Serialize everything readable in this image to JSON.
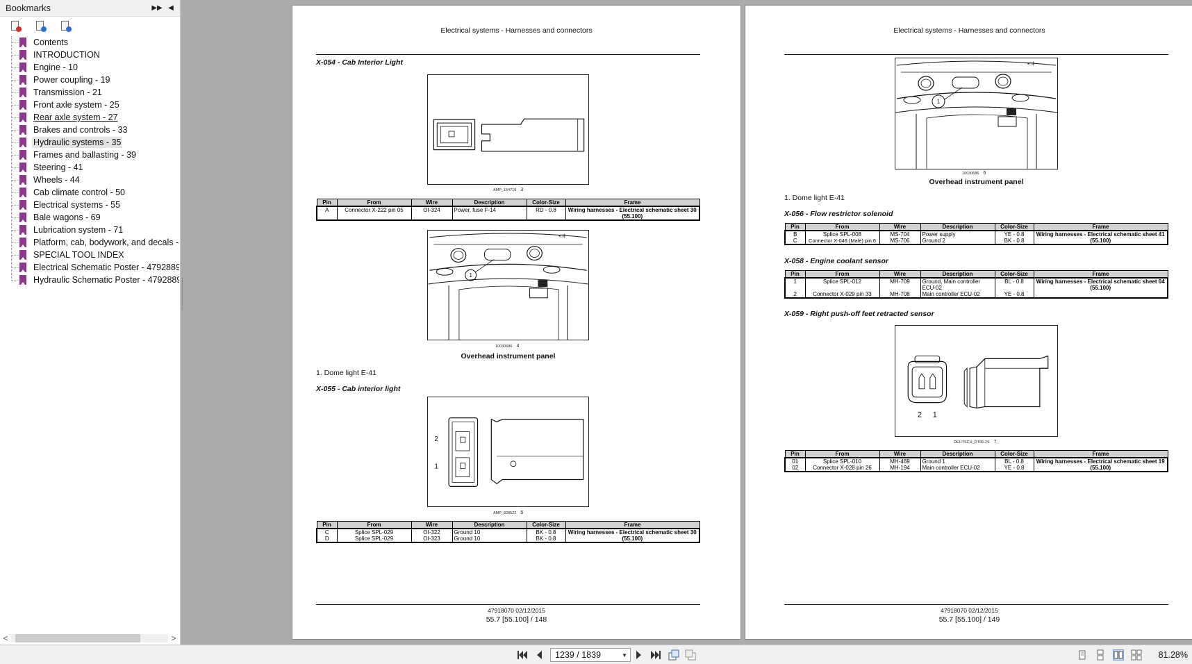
{
  "sidebar": {
    "title": "Bookmarks",
    "bookmarks": [
      {
        "label": "Contents"
      },
      {
        "label": "INTRODUCTION"
      },
      {
        "label": "Engine - 10"
      },
      {
        "label": "Power coupling - 19"
      },
      {
        "label": "Transmission - 21"
      },
      {
        "label": "Front axle system - 25"
      },
      {
        "label": "Rear axle system - 27"
      },
      {
        "label": "Brakes and controls - 33"
      },
      {
        "label": "Hydraulic systems - 35"
      },
      {
        "label": "Frames and ballasting - 39"
      },
      {
        "label": "Steering - 41"
      },
      {
        "label": "Wheels - 44"
      },
      {
        "label": "Cab climate control - 50"
      },
      {
        "label": "Electrical systems - 55"
      },
      {
        "label": "Bale wagons - 69"
      },
      {
        "label": "Lubrication system - 71"
      },
      {
        "label": "Platform, cab, bodywork, and decals -"
      },
      {
        "label": "SPECIAL TOOL INDEX"
      },
      {
        "label": "Electrical Schematic Poster - 4792889"
      },
      {
        "label": "Hydraulic Schematic Poster - 4792889"
      }
    ],
    "selected": "Hydraulic systems - 35",
    "underlined": "Rear axle system - 27",
    "tool_icons": [
      "bookmark-red-icon",
      "bookmark-blue-icon",
      "bookmark-find-icon"
    ]
  },
  "table_headers": {
    "pin": "Pin",
    "from": "From",
    "wire": "Wire",
    "desc": "Description",
    "color": "Color-Size",
    "frame": "Frame"
  },
  "page148": {
    "header": "Electrical systems - Harnesses and connectors",
    "sec_x054": "X-054 - Cab Interior Light",
    "fig3_id": "AMP_154719",
    "fig3_num": "3",
    "table_x054": {
      "rows": [
        [
          "A",
          "Connector X-222 pin 05",
          "OI-324",
          "Power, fuse F-14",
          "RD - 0.8",
          "Wiring harnesses - Electrical schematic sheet 30 (55.100)"
        ]
      ]
    },
    "fig4_id": "10030686",
    "fig4_num": "4",
    "fig4_callout": "1",
    "fig4_caption": "Overhead instrument panel",
    "legend_1": "1.  Dome light E-41",
    "sec_x055": "X-055 - Cab interior light",
    "fig5_id": "AMP_928522",
    "fig5_num": "5",
    "fig5_pin2": "2",
    "fig5_pin1": "1",
    "table_x055": {
      "rows": [
        [
          "C",
          "Splice SPL-029",
          "OI-322",
          "Ground 10",
          "BK - 0.8",
          "Wiring harnesses - Electrical schematic sheet 30 (55.100)"
        ],
        [
          "D",
          "Splice SPL-029",
          "OI-323",
          "Ground 10",
          "BK - 0.8",
          ""
        ]
      ]
    },
    "footer_doc": "47918070 02/12/2015",
    "footer_page": "55.7 [55.100] / 148"
  },
  "page149": {
    "header": "Electrical systems - Harnesses and connectors",
    "fig6_id": "10030686",
    "fig6_num": "6",
    "fig6_callout": "1",
    "fig6_caption": "Overhead instrument panel",
    "legend_1": "1.  Dome light E-41",
    "sec_x056": "X-056 - Flow restrictor solenoid",
    "table_x056": {
      "rows": [
        [
          "B",
          "Splice SPL-008",
          "MS-704",
          "Power supply",
          "YE - 0.8",
          "Wiring harnesses - Electrical schematic sheet 41 (55.100)"
        ],
        [
          "C",
          "Connector X-046 (Male) pin 6",
          "MS-706",
          "Ground 2",
          "BK - 0.8",
          ""
        ]
      ]
    },
    "sec_x058": "X-058 - Engine coolant sensor",
    "table_x058": {
      "rows": [
        [
          "1",
          "Splice SPL-012",
          "MH-709",
          "Ground, Main controller ECU-02",
          "BL - 0.8",
          "Wiring harnesses - Electrical schematic sheet 04 (55.100)"
        ],
        [
          "2",
          "Connector X-029 pin 33",
          "MH-708",
          "Main controller ECU-02",
          "YE - 0.8",
          ""
        ]
      ]
    },
    "sec_x059": "X-059 - Right push-off feet retracted sensor",
    "fig7_id": "DEUTSCH_DT06-2S",
    "fig7_num": "7",
    "fig7_pin2": "2",
    "fig7_pin1": "1",
    "table_x059": {
      "rows": [
        [
          "01",
          "Splice SPL-010",
          "MH-469",
          "Ground 1",
          "BL - 0.8",
          "Wiring harnesses - Electrical schematic sheet 19 (55.100)"
        ],
        [
          "02",
          "Connector X-028 pin 26",
          "MH-194",
          "Main controller ECU-02",
          "YE - 0.8",
          ""
        ]
      ]
    },
    "footer_doc": "47918070 02/12/2015",
    "footer_page": "55.7 [55.100] / 149"
  },
  "toolbar": {
    "page_indicator": "1239 / 1839",
    "zoom": "81.28%",
    "nav_icons": [
      "first-page-icon",
      "prev-page-icon",
      "next-page-icon",
      "last-page-icon",
      "rotate-icon",
      "rotate-back-icon"
    ],
    "view_icons": [
      "single-page-icon",
      "continuous-icon",
      "two-page-icon",
      "two-page-continuous-icon"
    ],
    "active_view": "two-page-icon"
  }
}
